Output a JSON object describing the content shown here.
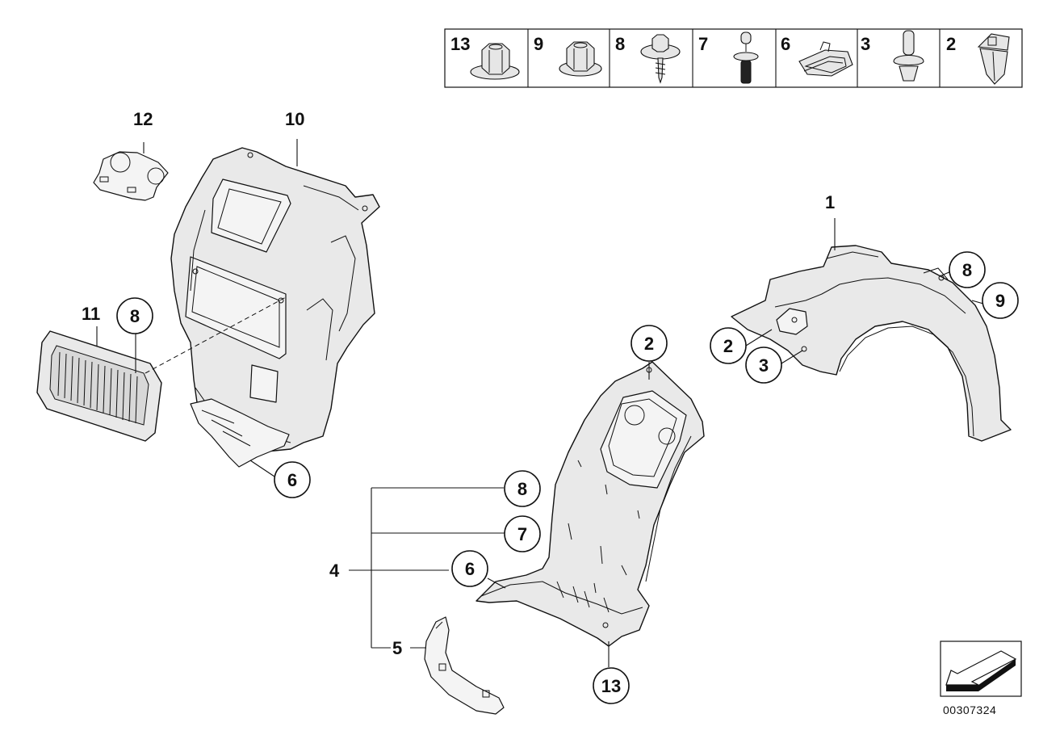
{
  "legend": {
    "cells": [
      {
        "number": "13",
        "part": "hex-nut-flange"
      },
      {
        "number": "9",
        "part": "hex-nut-collar"
      },
      {
        "number": "8",
        "part": "screw-washer"
      },
      {
        "number": "7",
        "part": "expanding-rivet"
      },
      {
        "number": "6",
        "part": "spring-clip"
      },
      {
        "number": "3",
        "part": "push-rivet"
      },
      {
        "number": "2",
        "part": "expanding-nut"
      }
    ]
  },
  "labels": {
    "part_1": "1",
    "part_4": "4",
    "part_5": "5",
    "part_10": "10",
    "part_11": "11",
    "part_12": "12"
  },
  "callouts": {
    "right_8": "8",
    "right_9": "9",
    "right_2": "2",
    "right_3": "3",
    "mid_2": "2",
    "mid_8": "8",
    "mid_7": "7",
    "mid_6": "6",
    "mid_13": "13",
    "left_8": "8",
    "left_6": "6"
  },
  "diagram_id": "00307324",
  "icons": [
    "navigation-arrow-icon"
  ]
}
